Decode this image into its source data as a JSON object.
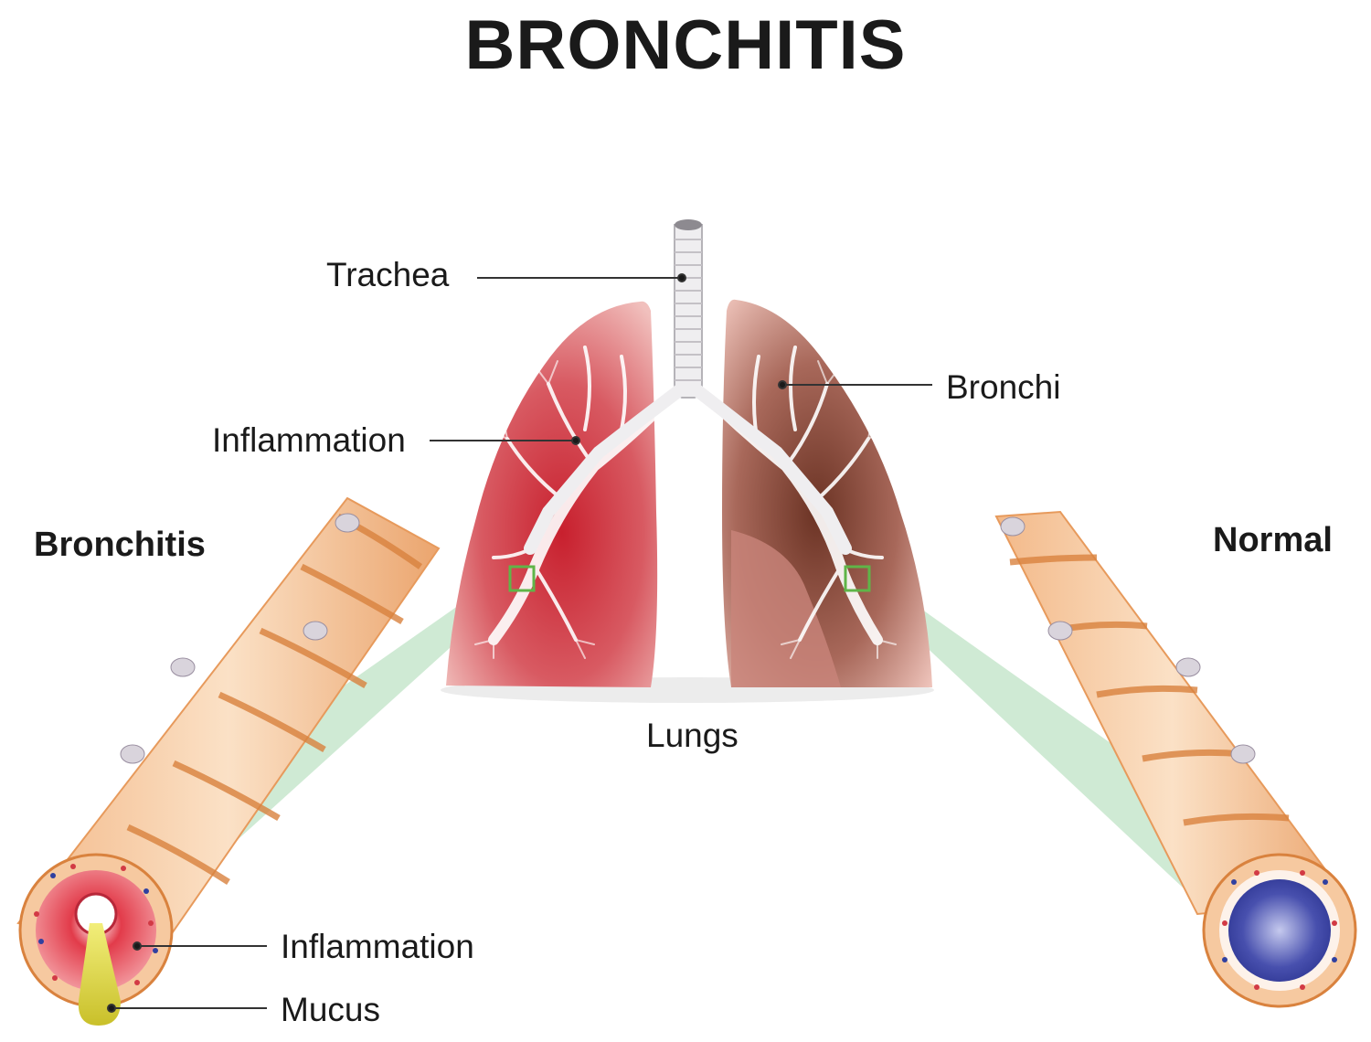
{
  "title": "BRONCHITIS",
  "labels": {
    "trachea": "Trachea",
    "inflammation_top": "Inflammation",
    "bronchi": "Bronchi",
    "bronchitis": "Bronchitis",
    "normal": "Normal",
    "lungs": "Lungs",
    "inflammation_bottom": "Inflammation",
    "mucus": "Mucus"
  },
  "colors": {
    "text": "#1a1a1a",
    "inflamed_lung": "#d23a45",
    "normal_lung": "#8a4a38",
    "tube": "#f6c9a0",
    "tube_band": "#d9823e",
    "zoom": "#bfe3c6",
    "normal_lumen": "#3f47a8",
    "mucus": "#e6e14a"
  }
}
